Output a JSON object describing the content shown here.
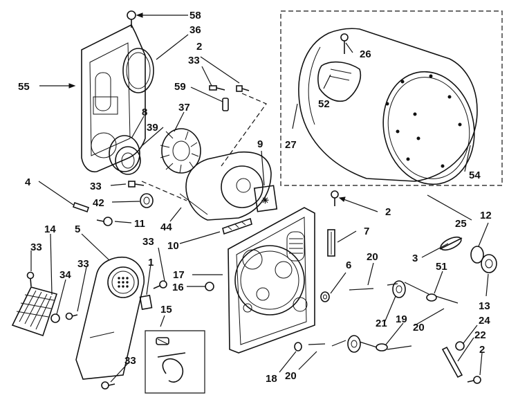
{
  "callouts": {
    "c58": "58",
    "c36": "36",
    "c2a": "2",
    "c33a": "33",
    "c55": "55",
    "c59": "59",
    "c37": "37",
    "c8": "8",
    "c39": "39",
    "c9": "9",
    "c26": "26",
    "c52": "52",
    "c27": "27",
    "c54": "54",
    "c4": "4",
    "c33b": "33",
    "c42": "42",
    "c11": "11",
    "c44": "44",
    "c10": "10",
    "c2b": "2",
    "c7": "7",
    "c25": "25",
    "c12": "12",
    "c14": "14",
    "c5": "5",
    "c33c": "33",
    "c33d": "33",
    "c33e": "33",
    "c1": "1",
    "c34": "34",
    "c17": "17",
    "c16": "16",
    "c6": "6",
    "c20a": "20",
    "c3": "3",
    "c51": "51",
    "c15": "15",
    "c21": "21",
    "c19": "19",
    "c20b": "20",
    "c13": "13",
    "c24": "24",
    "c22": "22",
    "c2c": "2",
    "c33f": "33",
    "c18": "18",
    "c20c": "20"
  }
}
